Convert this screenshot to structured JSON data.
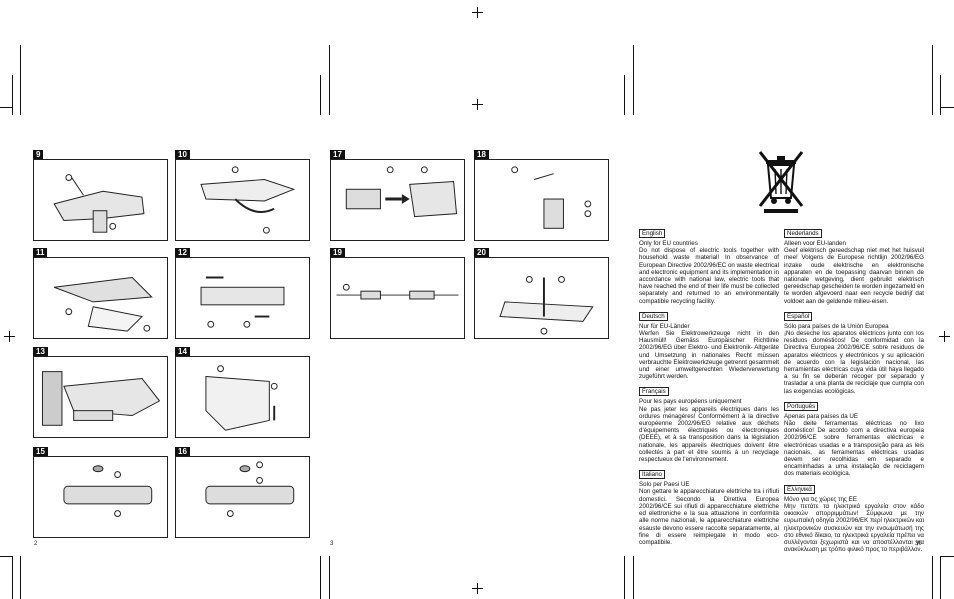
{
  "figures": [
    {
      "num": "9"
    },
    {
      "num": "10"
    },
    {
      "num": "17"
    },
    {
      "num": "18"
    },
    {
      "num": "11"
    },
    {
      "num": "12"
    },
    {
      "num": "19"
    },
    {
      "num": "20"
    },
    {
      "num": "13"
    },
    {
      "num": "14"
    },
    {
      "num": "15"
    },
    {
      "num": "16"
    }
  ],
  "page_numbers": {
    "left": "2",
    "middle": "3",
    "right": "30"
  },
  "recycling": [
    {
      "head": "English",
      "sub": "Only for EU countries",
      "body": "Do not dispose of electric tools together with household waste material! In observance of European Directive 2002/96/EC on waste electrical and electronic equipment and its implementation in accordance with national law, electric tools that have reached the end of their life must be collected separately and returned to an environmentally compatible recycling facility."
    },
    {
      "head": "Deutsch",
      "sub": "Nur für EU-Länder",
      "body": "Werfen Sie Elektrowerkzeuge nicht in den Hausmüll! Gemäss Europäischer Richtlinie 2002/96/EG über Elektro- und Elektronik- Altgeräte und Umsetzung in nationales Recht müssen verbrauchte Elektrowerkzeuge getrennt gesammelt und einer umweltgerechten Wiederverwertung zugeführt werden."
    },
    {
      "head": "Français",
      "sub": "Pour les pays européens uniquement",
      "body": "Ne pas jeter les appareils électriques dans les ordures ménagères! Conformément à la directive européenne 2002/96/EG relative aux déchets d'équipements électriques ou électroniques (DEEE), et à sa transposition dans la législation nationale, les appareils électriques doivent être collectés à part et être soumis à un recyclage respectueux de l'environnement."
    },
    {
      "head": "Italiano",
      "sub": "Solo per Paesi UE",
      "body": "Non gettare le apparecchiature elettriche tra i rifiuti domestici. Secondo la Direttiva Europea 2002/96/CE sui rifiuti di apparecchiature elettriche ed elettroniche e la sua attuazione in conformità alle norme nazionali, le apparecchiature elettriche esauste devono essere raccolte separatamente, al fine di essere reimpiegate in modo eco-compatibile."
    },
    {
      "head": "Nederlands",
      "sub": "Alleen voor EU-landen",
      "body": "Geef elektrisch gereedschap niet met het huisvuil mee! Volgens de Europese richtlijn 2002/96/EG inzake oude elektrische en elektronische apparaten en de toepassing daarvan binnen de nationale wetgeving, dient gebruikt elektrisch gereedschap gescheiden te worden ingezameld en te worden afgevoerd naar een recycle bedrijf dat voldoet aan de geldende milieu-eisen."
    },
    {
      "head": "Español",
      "sub": "Sólo para países de la Unión Europea",
      "body": "¡No deseche los aparatos eléctricos junto con los residuos domésticos! De conformidad con la Directiva Europea 2002/96/CE sobre residuos de aparatos eléctricos y electrónicos y su aplicación de acuerdo con la legislación nacional, las herramientas eléctricas cuya vida útil haya llegado a su fin se deberán recoger por separado y trasladar a una planta de reciclaje que cumpla con las exigencias ecológicas."
    },
    {
      "head": "Português",
      "sub": "Apenas para países da UE",
      "body": "Não deite ferramentas eléctricas no lixo doméstico! De acordo com a directiva europeia 2002/96/CE sobre ferramentas eléctricas e electrónicas usadas e a transposição para as leis nacionais, as ferramentas eléctricas usadas devem ser recolhidas em separado e encaminhadas a uma instalação de reciclagem dos materiais ecológica."
    },
    {
      "head": "Ελληνικά",
      "sub": "Μόνο για τις χώρες της ΕΕ",
      "body": "Μην πετάτε τα ηλεκτρικά εργαλεία στον κάδο οικιακών απορριμμάτων! Σύμφωνα με την ευρωπαϊκή οδηγία 2002/96/ΕΚ περί ηλεκτρικών και ηλεκτρονικών συσκευών και την ενσωμάτωσή της στο εθνικό δίκαιο, τα ηλεκτρικά εργαλεία πρέπει να συλλέγονται ξεχωριστά και να αποστέλλονται για ανακύκλωση με τρόπο φιλικό προς το περιβάλλον."
    }
  ]
}
